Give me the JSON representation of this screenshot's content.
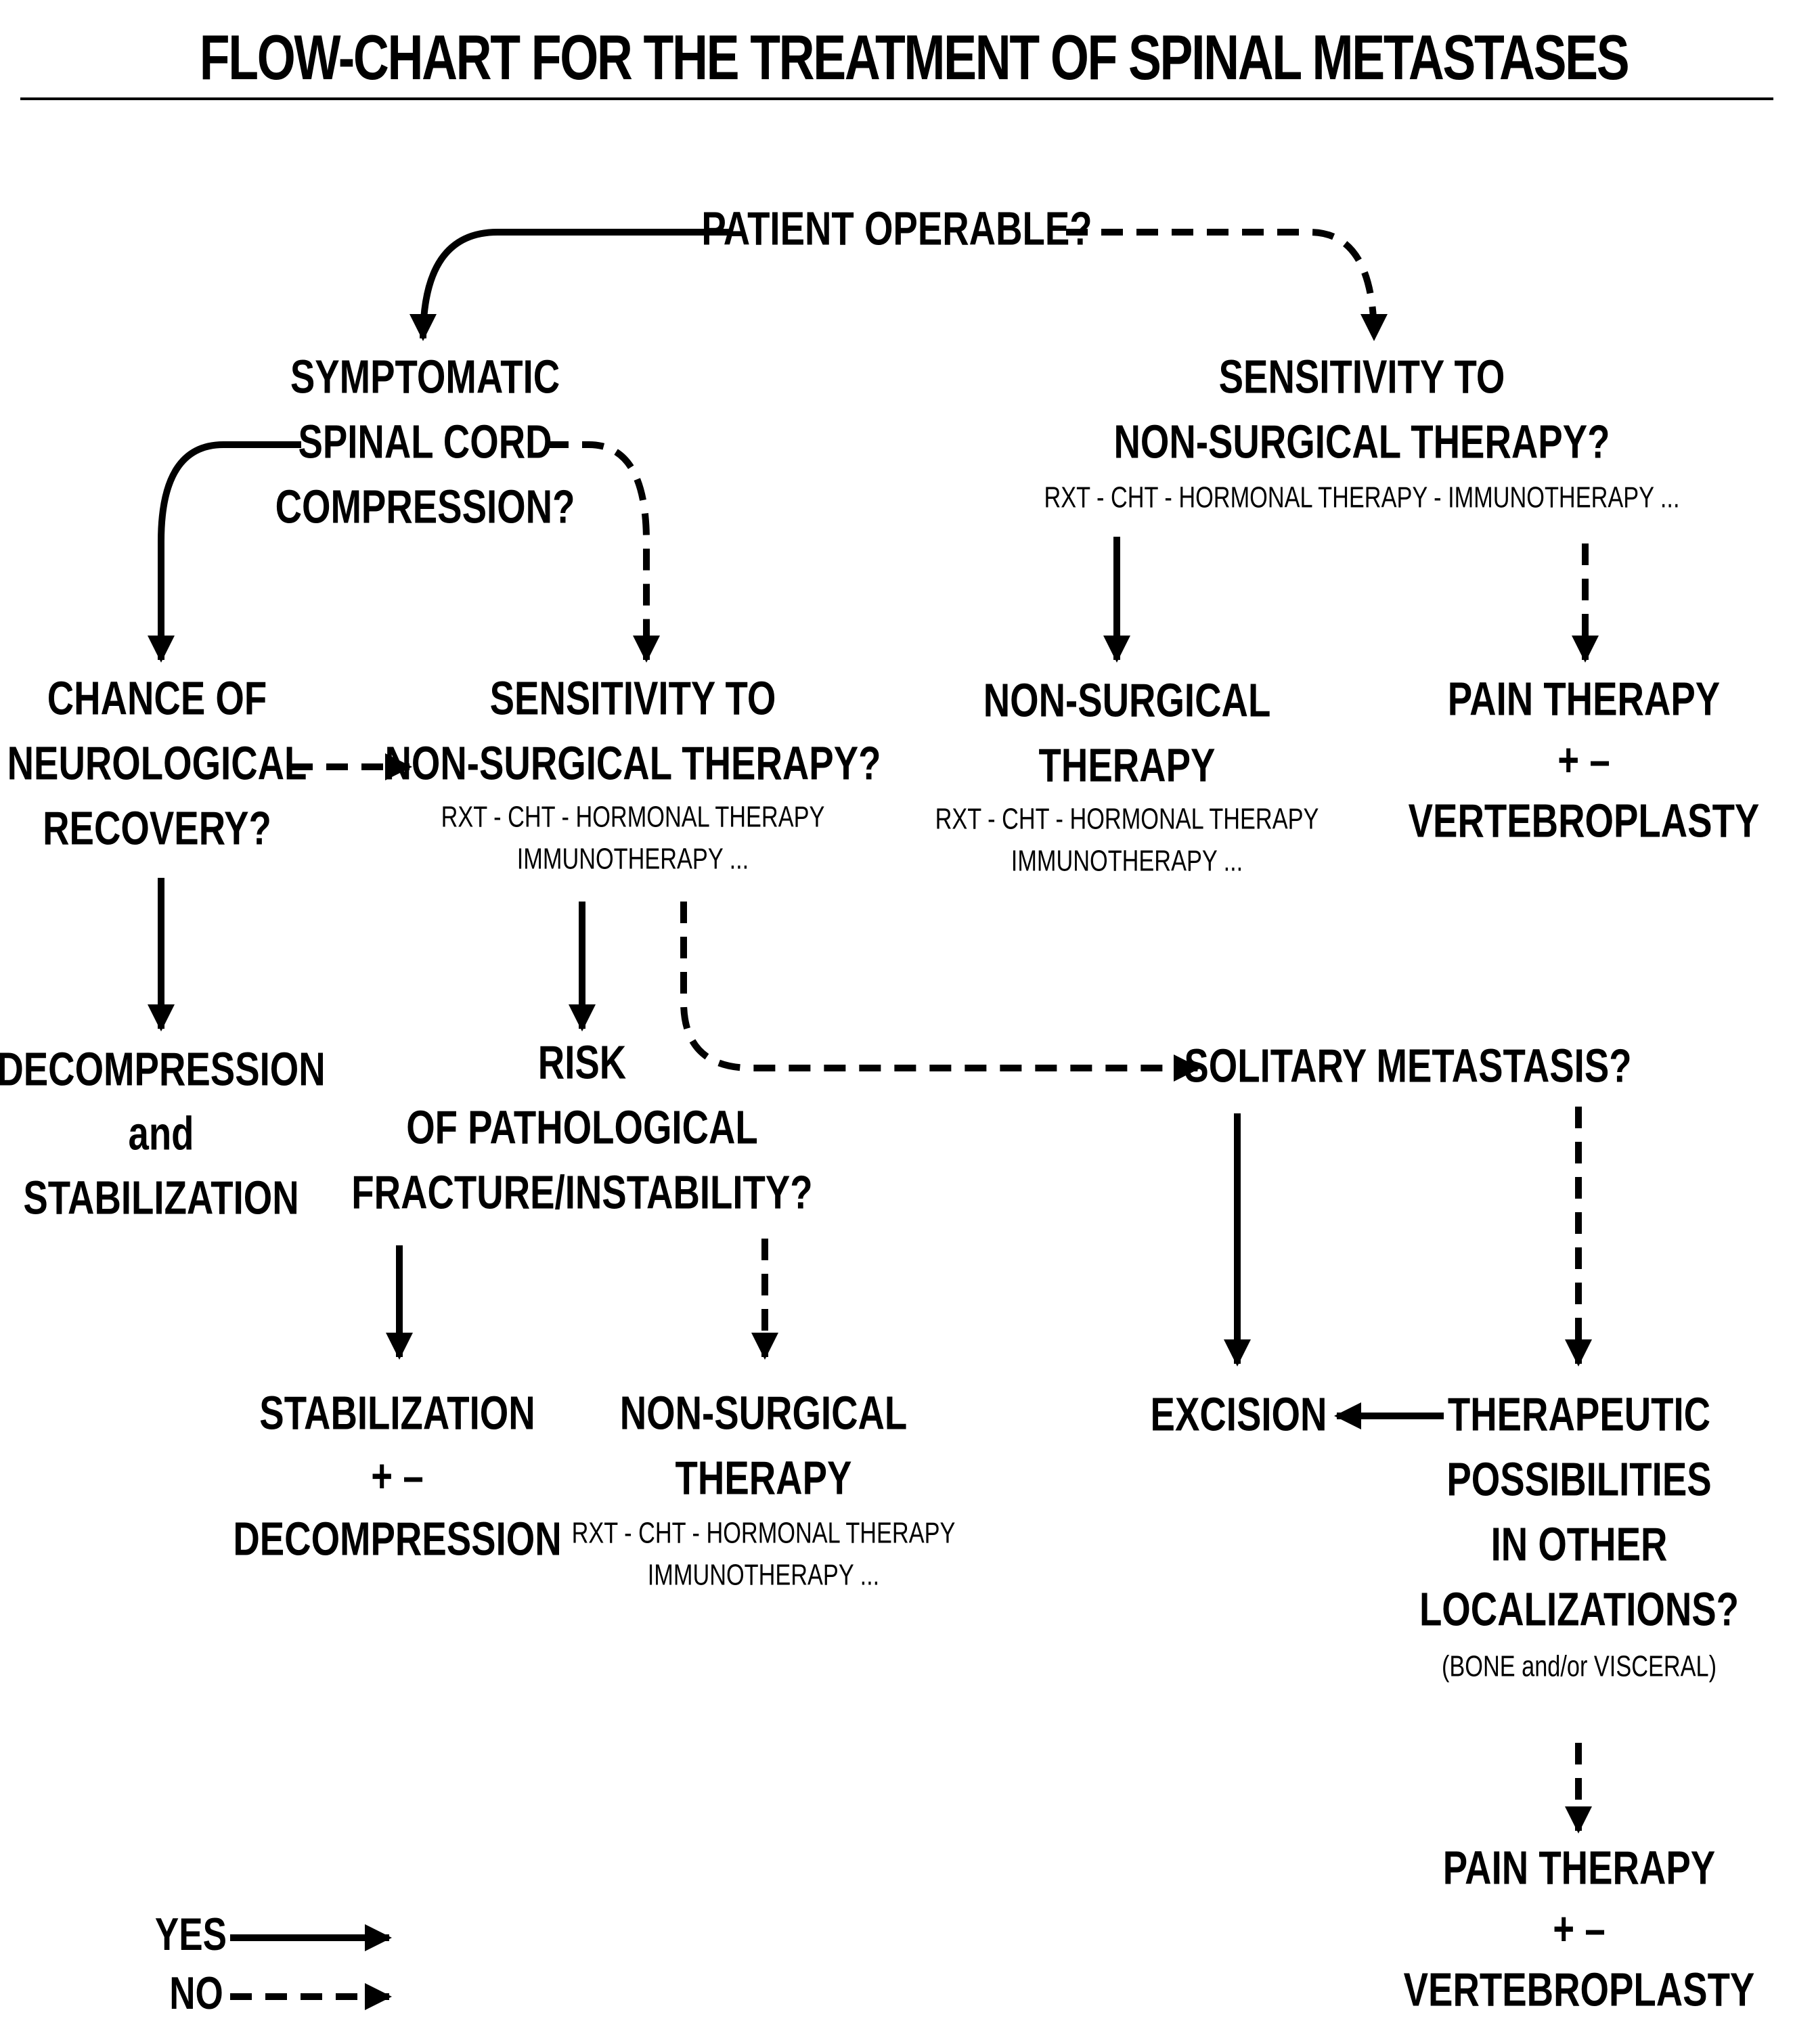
{
  "title": "FLOW-CHART FOR THE TREATMENT OF SPINAL METASTASES",
  "nodes": {
    "patient_operable": {
      "lines": [
        "PATIENT OPERABLE?"
      ]
    },
    "symptomatic_compression": {
      "lines": [
        "SYMPTOMATIC",
        "SPINAL CORD",
        "COMPRESSION?"
      ]
    },
    "sensitivity_top_right": {
      "lines": [
        "SENSITIVITY TO",
        "NON-SURGICAL THERAPY?"
      ],
      "sub": [
        "RXT - CHT - HORMONAL THERAPY - IMMUNOTHERAPY ..."
      ]
    },
    "chance_neuro_recovery": {
      "lines": [
        "CHANCE OF",
        "NEUROLOGICAL",
        "RECOVERY?"
      ]
    },
    "sensitivity_middle": {
      "lines": [
        "SENSITIVITY TO",
        "NON-SURGICAL THERAPY?"
      ],
      "sub": [
        "RXT - CHT - HORMONAL THERAPY",
        "IMMUNOTHERAPY ..."
      ]
    },
    "nonsurgical_top_right": {
      "lines": [
        "NON-SURGICAL",
        "THERAPY"
      ],
      "sub": [
        "RXT - CHT - HORMONAL THERAPY",
        "IMMUNOTHERAPY ..."
      ]
    },
    "pain_therapy_top_right": {
      "lines": [
        "PAIN THERAPY",
        "+ –",
        "VERTEBROPLASTY"
      ]
    },
    "decompression_stabilization": {
      "lines": [
        "DECOMPRESSION",
        "and",
        "STABILIZATION"
      ]
    },
    "risk_fracture": {
      "lines": [
        "RISK",
        "OF PATHOLOGICAL",
        "FRACTURE/INSTABILITY?"
      ]
    },
    "solitary_metastasis": {
      "lines": [
        "SOLITARY METASTASIS?"
      ]
    },
    "stabilization_decompression": {
      "lines": [
        "STABILIZATION",
        "+ –",
        "DECOMPRESSION"
      ]
    },
    "nonsurgical_bottom": {
      "lines": [
        "NON-SURGICAL",
        "THERAPY"
      ],
      "sub": [
        "RXT - CHT - HORMONAL THERAPY",
        "IMMUNOTHERAPY ..."
      ]
    },
    "excision": {
      "lines": [
        "EXCISION"
      ]
    },
    "therapeutic_possibilities": {
      "lines": [
        "THERAPEUTIC",
        "POSSIBILITIES",
        "IN OTHER",
        "LOCALIZATIONS?"
      ],
      "sub": [
        "(BONE and/or VISCERAL)"
      ]
    },
    "pain_therapy_bottom": {
      "lines": [
        "PAIN THERAPY",
        "+ –",
        "VERTEBROPLASTY"
      ]
    }
  },
  "legend": {
    "yes_label": "YES",
    "no_label": "NO"
  }
}
